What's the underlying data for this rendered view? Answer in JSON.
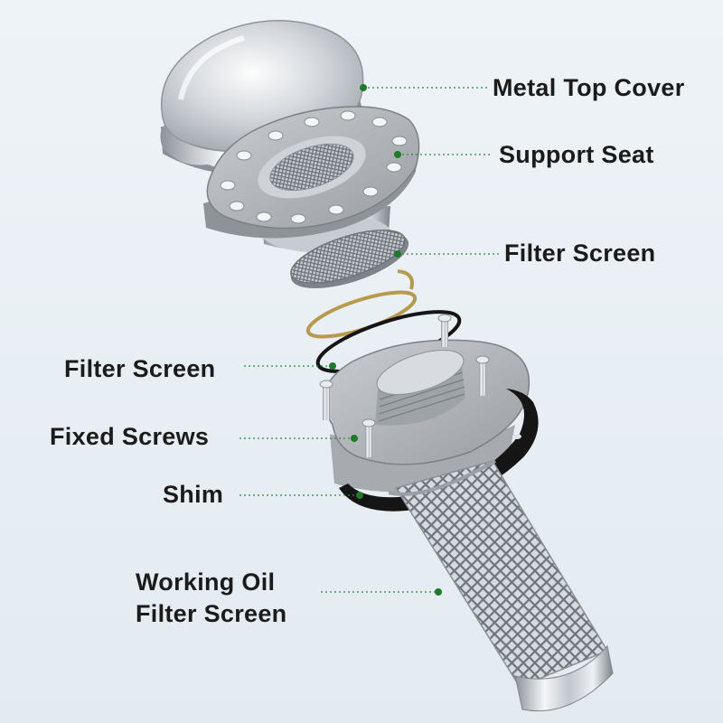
{
  "labels": {
    "metal_top_cover": "Metal Top Cover",
    "support_seat": "Support Seat",
    "filter_screen_right": "Filter Screen",
    "filter_screen_left": "Filter Screen",
    "fixed_screws": "Fixed Screws",
    "shim": "Shim",
    "working_oil_line1": "Working Oil",
    "working_oil_line2": "Filter Screen"
  },
  "colors": {
    "leader_line": "#2d8a3a",
    "leader_dot": "#1f7a2c",
    "label_text": "#1b1b1b",
    "background": "#e4ecf2"
  }
}
